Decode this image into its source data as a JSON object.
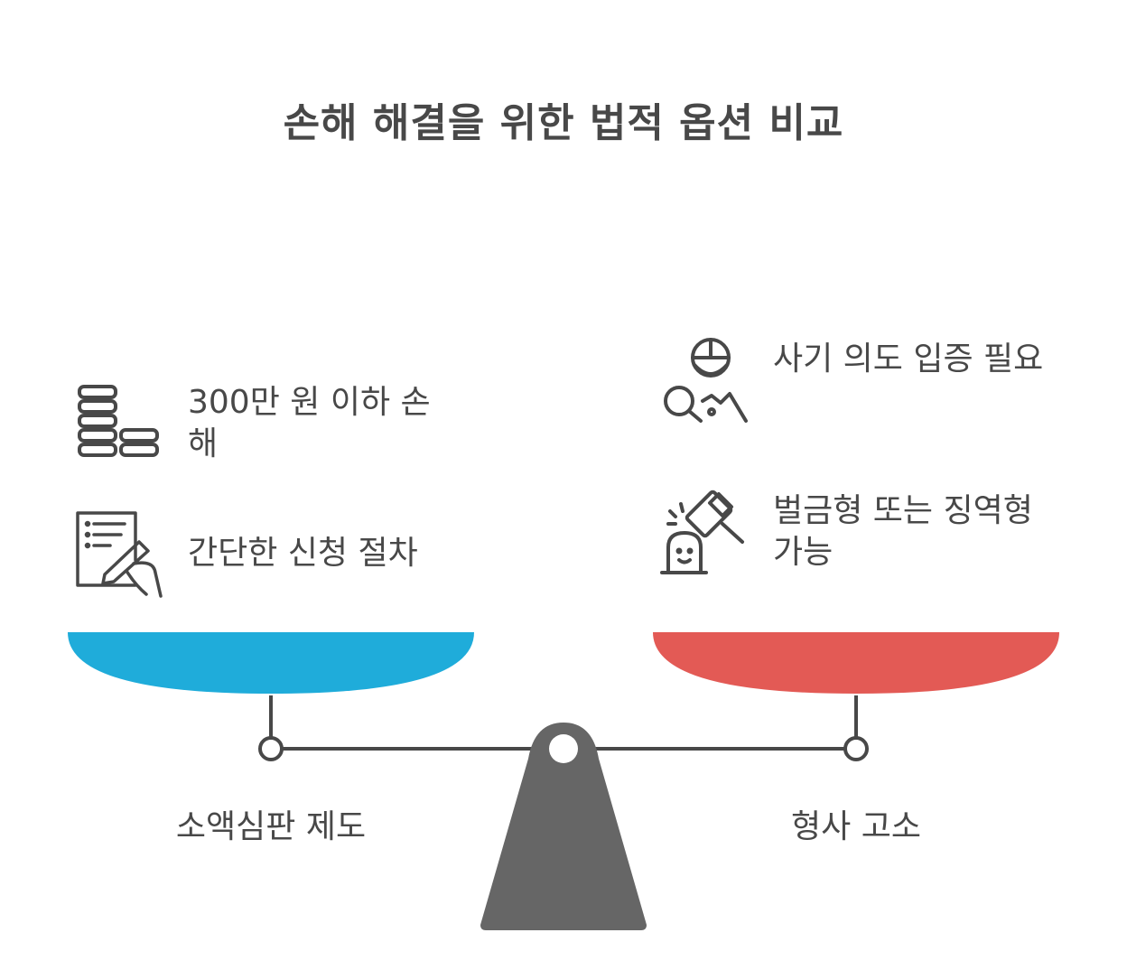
{
  "title": "손해 해결을 위한 법적 옵션 비교",
  "left": {
    "label": "소액심판 제도",
    "color": "#1FACDA",
    "items": [
      {
        "text": "300만 원 이하 손해",
        "icon": "coins-icon"
      },
      {
        "text": "간단한 신청 절차",
        "icon": "form-writing-icon"
      }
    ]
  },
  "right": {
    "label": "형사 고소",
    "color": "#E35A55",
    "items": [
      {
        "text": "사기 의도 입증 필요",
        "icon": "investigator-magnifier-icon"
      },
      {
        "text": "벌금형 또는 징역형 가능",
        "icon": "gavel-person-icon"
      }
    ]
  },
  "fulcrum_color": "#666666"
}
